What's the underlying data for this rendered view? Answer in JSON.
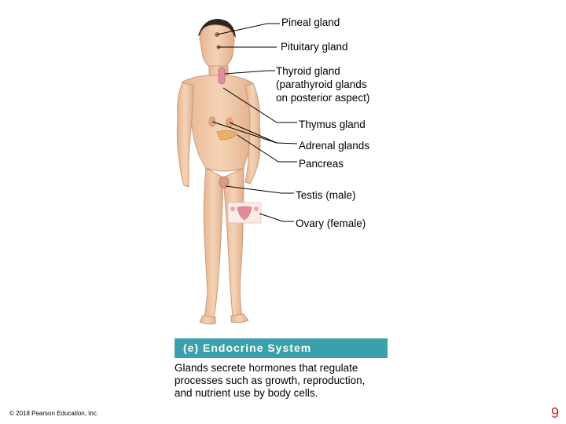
{
  "labels": {
    "pineal": "Pineal gland",
    "pituitary": "Pituitary gland",
    "thyroid_line1": "Thyroid gland",
    "thyroid_line2": "(parathyroid glands",
    "thyroid_line3": "on posterior aspect)",
    "thymus": "Thymus gland",
    "adrenal": "Adrenal glands",
    "pancreas": "Pancreas",
    "testis": "Testis (male)",
    "ovary": "Ovary (female)"
  },
  "caption": {
    "title": "(e) Endocrine System",
    "description": "Glands secrete hormones that regulate processes such as growth, reproduction, and nutrient use by body cells."
  },
  "footer": {
    "copyright": "© 2018 Pearson Education, Inc.",
    "page_number": "9"
  },
  "colors": {
    "caption_bar": "#3aa0ab",
    "page_number": "#c0282d",
    "skin": "#f1c9a8",
    "gland": "#e7a07d"
  }
}
